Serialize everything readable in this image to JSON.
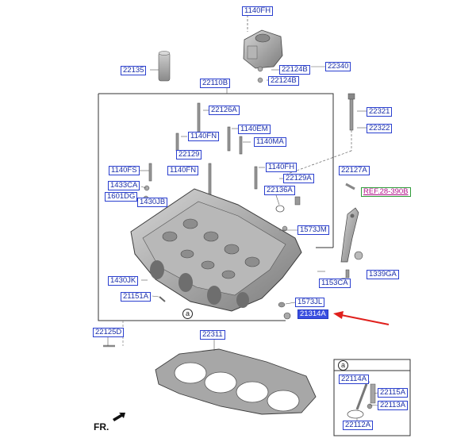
{
  "diagram": {
    "parts": [
      {
        "id": "1140FH-top",
        "label": "1140FH"
      },
      {
        "id": "22135",
        "label": "22135"
      },
      {
        "id": "22110B",
        "label": "22110B"
      },
      {
        "id": "22124B-1",
        "label": "22124B"
      },
      {
        "id": "22340",
        "label": "22340"
      },
      {
        "id": "22124B-2",
        "label": "22124B"
      },
      {
        "id": "22126A",
        "label": "22126A"
      },
      {
        "id": "22321",
        "label": "22321"
      },
      {
        "id": "1140EM",
        "label": "1140EM"
      },
      {
        "id": "22322",
        "label": "22322"
      },
      {
        "id": "1140FN-1",
        "label": "1140FN"
      },
      {
        "id": "1140MA",
        "label": "1140MA"
      },
      {
        "id": "22129",
        "label": "22129"
      },
      {
        "id": "1140FS",
        "label": "1140FS"
      },
      {
        "id": "1140FN-2",
        "label": "1140FN"
      },
      {
        "id": "1140FH-mid",
        "label": "1140FH"
      },
      {
        "id": "22127A",
        "label": "22127A"
      },
      {
        "id": "22129A",
        "label": "22129A"
      },
      {
        "id": "1433CA",
        "label": "1433CA"
      },
      {
        "id": "22136A",
        "label": "22136A"
      },
      {
        "id": "1601DG",
        "label": "1601DG"
      },
      {
        "id": "1430JB",
        "label": "1430JB"
      },
      {
        "id": "1573JM",
        "label": "1573JM"
      },
      {
        "id": "1339GA",
        "label": "1339GA"
      },
      {
        "id": "1430JK",
        "label": "1430JK"
      },
      {
        "id": "1153CA",
        "label": "1153CA"
      },
      {
        "id": "21151A",
        "label": "21151A"
      },
      {
        "id": "1573JL",
        "label": "1573JL"
      },
      {
        "id": "21314A",
        "label": "21314A",
        "highlighted": true
      },
      {
        "id": "22125D",
        "label": "22125D"
      },
      {
        "id": "22311",
        "label": "22311"
      },
      {
        "id": "22114A",
        "label": "22114A"
      },
      {
        "id": "22115A",
        "label": "22115A"
      },
      {
        "id": "22113A",
        "label": "22113A"
      },
      {
        "id": "22112A",
        "label": "22112A"
      }
    ],
    "reference": {
      "label": "REF.28-390B"
    },
    "detail_marker": "a",
    "front_label": "FR.",
    "colors": {
      "label_border": "#2a3fcf",
      "label_text": "#1b2fa8",
      "highlight_fill": "#3a4fe0",
      "ref_border": "#2f9b3a",
      "ref_text": "#b4108a",
      "arrow": "#e0201c"
    }
  }
}
